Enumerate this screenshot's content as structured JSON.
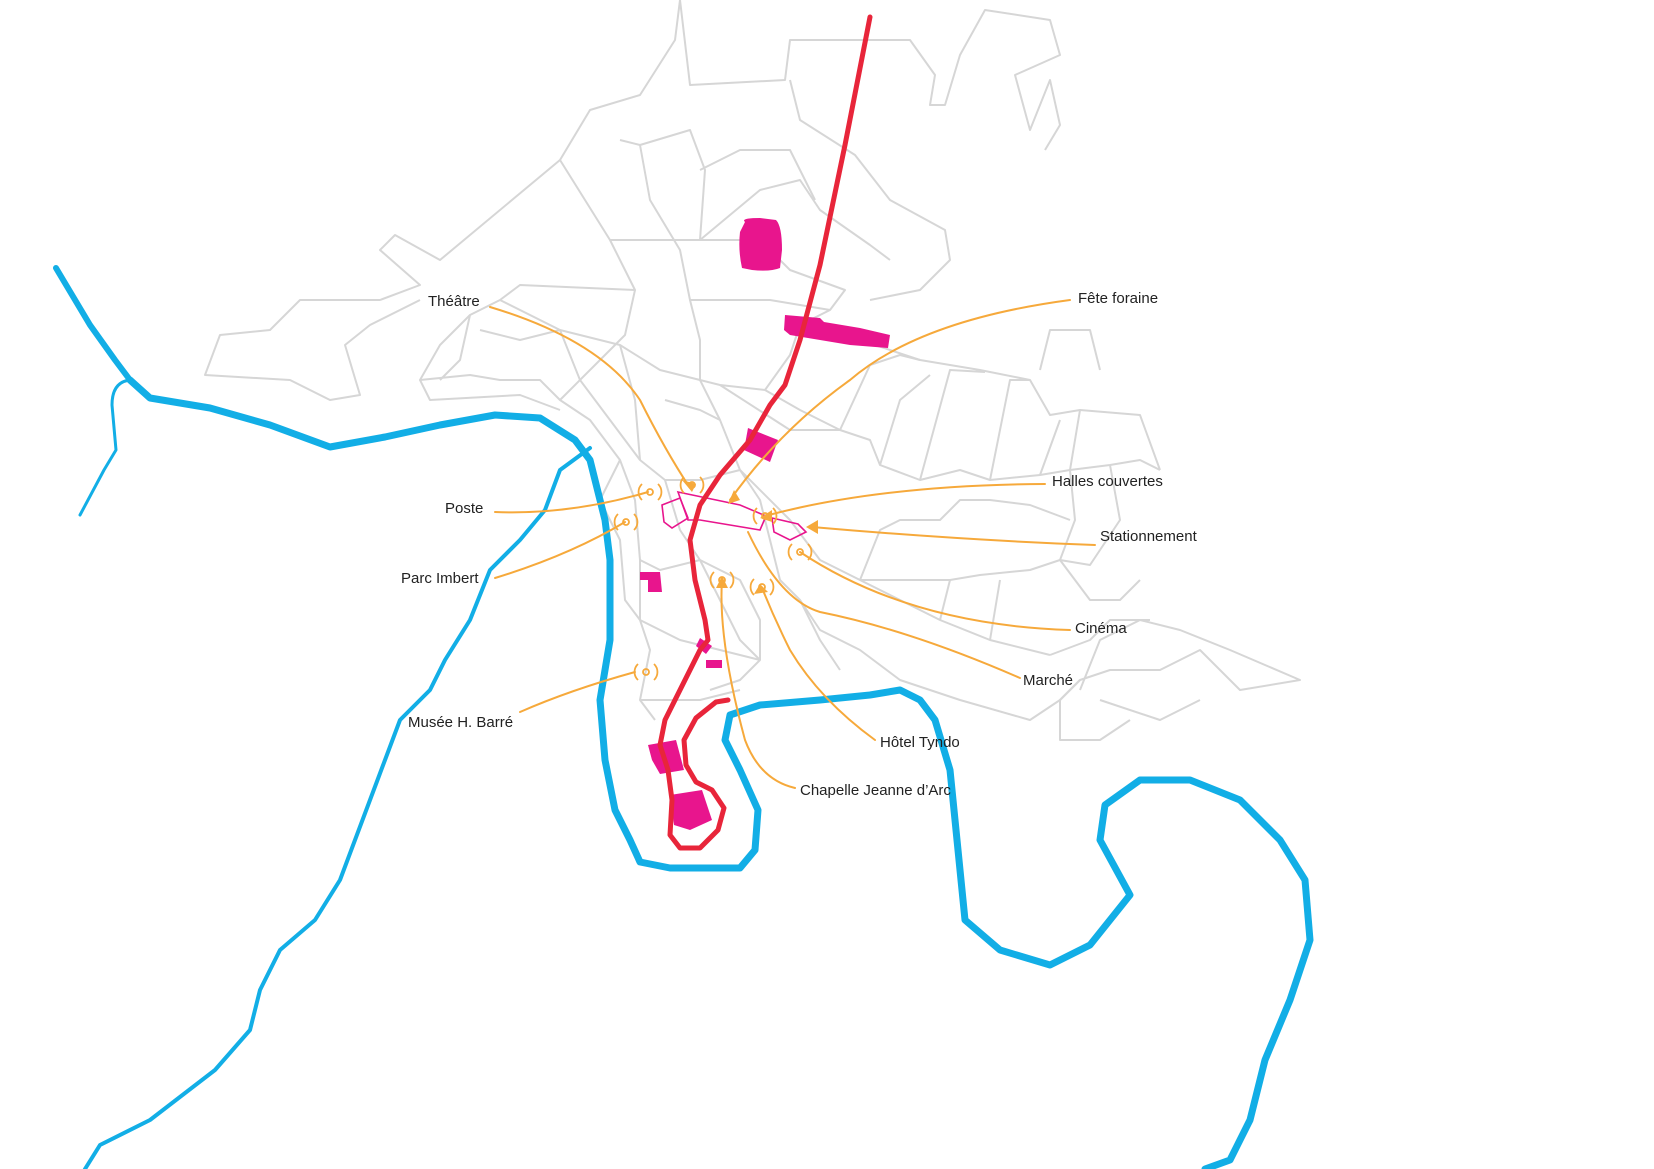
{
  "map": {
    "colors": {
      "river": "#12aee6",
      "main_route": "#e8253a",
      "buildings": "#e8158d",
      "pointers": "#f6a93b",
      "streets": "#d6d6d6"
    },
    "labels": {
      "theatre": "Théâtre",
      "fete_foraine": "Fête foraine",
      "poste": "Poste",
      "halles": "Halles couvertes",
      "stationnement": "Stationnement",
      "parc": "Parc Imbert",
      "cinema": "Cinéma",
      "marche": "Marché",
      "musee": "Musée H. Barré",
      "hotel": "Hôtel Tyndo",
      "chapelle": "Chapelle Jeanne d’Arc"
    }
  }
}
